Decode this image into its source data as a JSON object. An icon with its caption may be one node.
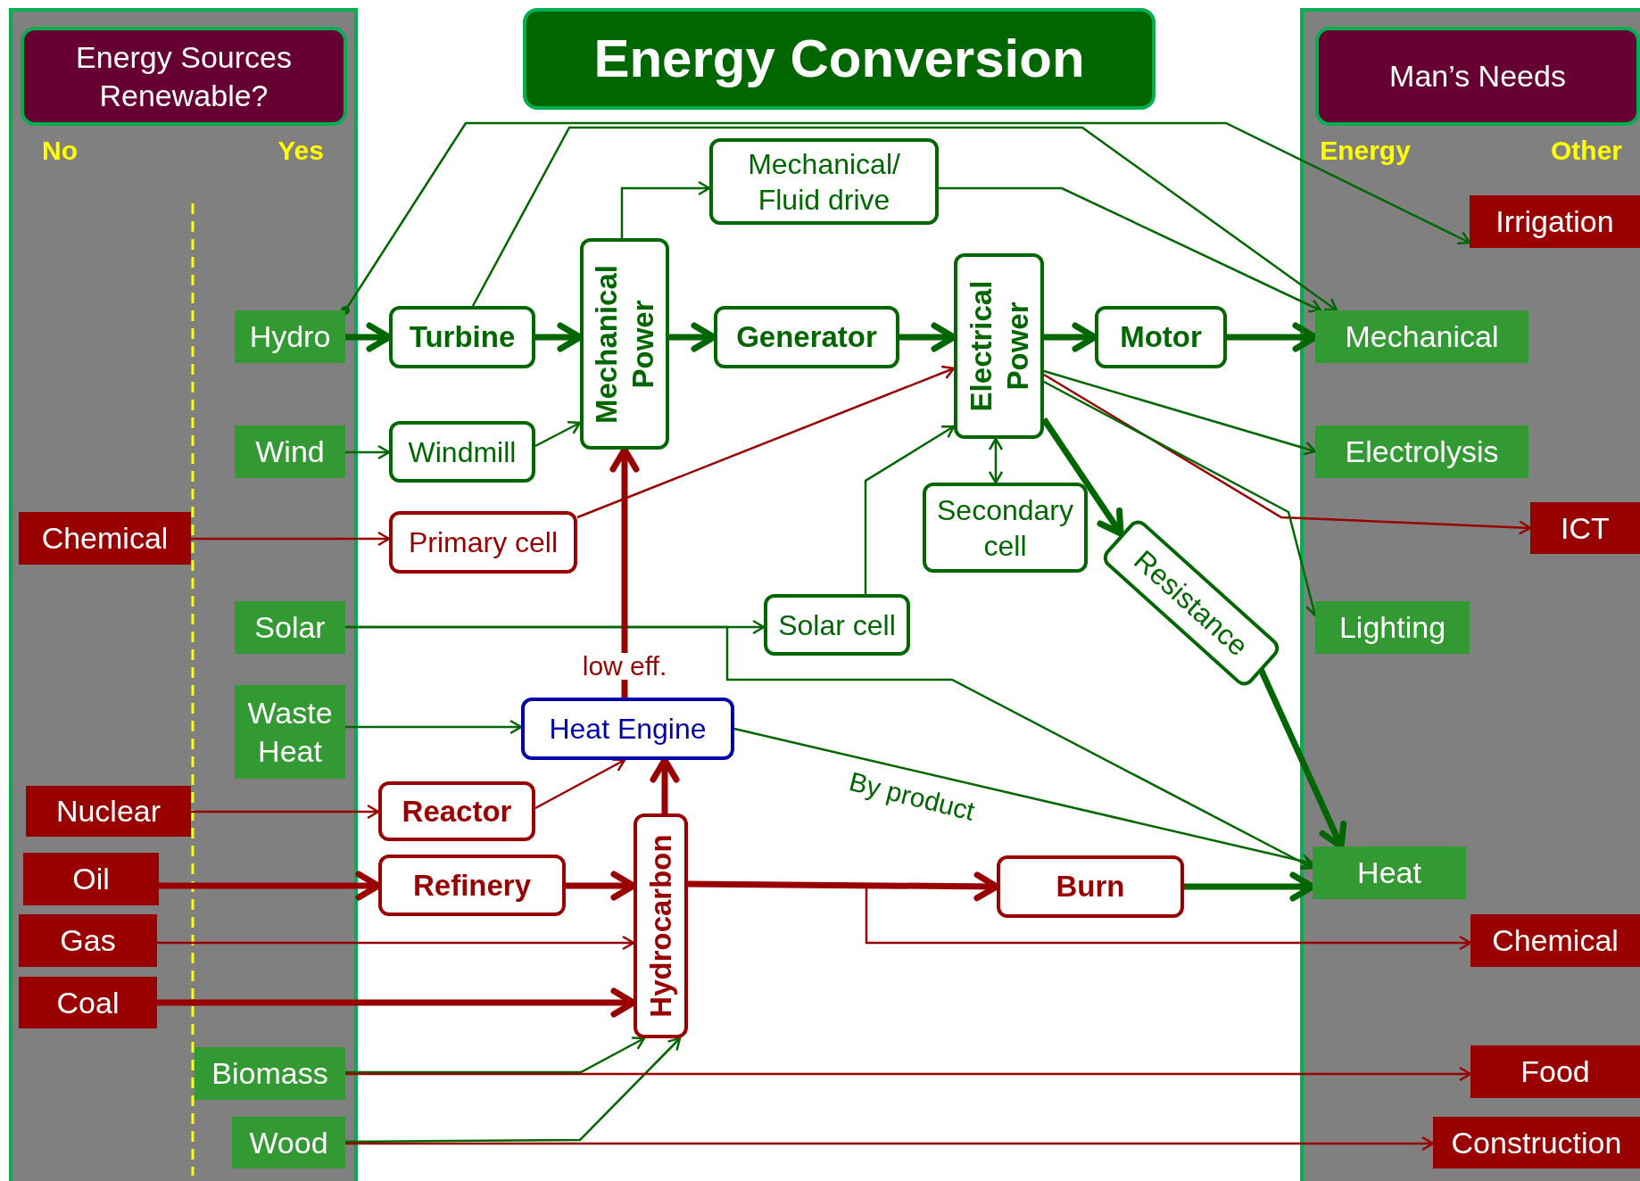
{
  "diagram": {
    "title": "Energy Conversion",
    "nodes": [
      {
        "text": [
          "Energy Sources Renewable?"
        ]
      },
      {
        "text": [
          "Man’s Needs"
        ]
      },
      {
        "text": [
          "Hydro"
        ]
      },
      {
        "text": [
          "Wind"
        ]
      },
      {
        "text": [
          "Chemical"
        ]
      },
      {
        "text": [
          "Solar"
        ]
      },
      {
        "text": [
          "Waste Heat"
        ]
      },
      {
        "text": [
          "Nuclear"
        ]
      },
      {
        "text": [
          "Oil"
        ]
      },
      {
        "text": [
          "Gas"
        ]
      },
      {
        "text": [
          "Coal"
        ]
      },
      {
        "text": [
          "Biomass"
        ]
      },
      {
        "text": [
          "Wood"
        ]
      },
      {
        "text": [
          "Turbine"
        ]
      },
      {
        "text": [
          "Windmill"
        ]
      },
      {
        "text": [
          "Primary cell"
        ]
      },
      {
        "text": [
          "Mechanical Power"
        ]
      },
      {
        "text": [
          "Mechanical/ Fluid drive"
        ]
      },
      {
        "text": [
          "Generator"
        ]
      },
      {
        "text": [
          "Electrical Power"
        ]
      },
      {
        "text": [
          "Motor"
        ]
      },
      {
        "text": [
          "Secondary cell"
        ]
      },
      {
        "text": [
          "Resistance"
        ]
      },
      {
        "text": [
          "Solar cell"
        ]
      },
      {
        "text": [
          "Heat Engine"
        ]
      },
      {
        "text": [
          "Reactor"
        ]
      },
      {
        "text": [
          "Refinery"
        ]
      },
      {
        "text": [
          "Hydrocarbon"
        ]
      },
      {
        "text": [
          "Burn"
        ]
      },
      {
        "text": [
          "Irrigation"
        ]
      },
      {
        "text": [
          "Mechanical"
        ]
      },
      {
        "text": [
          "Electrolysis"
        ]
      },
      {
        "text": [
          "ICT"
        ]
      },
      {
        "text": [
          "Lighting"
        ]
      },
      {
        "text": [
          "Heat"
        ]
      },
      {
        "text": [
          "Chemical"
        ]
      },
      {
        "text": [
          "Food"
        ]
      },
      {
        "text": [
          "Construction"
        ]
      }
    ],
    "edges": [
      {
        "from": 2,
        "to": 13,
        "arrow": "to",
        "style": "thick"
      },
      {
        "from": 13,
        "to": 16,
        "arrow": "to",
        "style": "thick"
      },
      {
        "from": 16,
        "to": 18,
        "arrow": "to",
        "style": "thick"
      },
      {
        "from": 18,
        "to": 19,
        "arrow": "to",
        "style": "thick"
      },
      {
        "from": 19,
        "to": 20,
        "arrow": "to",
        "style": "thick"
      },
      {
        "from": 20,
        "to": 30,
        "arrow": "to",
        "style": "thick"
      },
      {
        "from": 2,
        "to": 29,
        "arrow": "to"
      },
      {
        "from": 13,
        "to": 30,
        "arrow": "to"
      },
      {
        "from": 16,
        "to": 17,
        "arrow": "to"
      },
      {
        "from": 17,
        "to": 30,
        "arrow": "to"
      },
      {
        "from": 3,
        "to": 14,
        "arrow": "to"
      },
      {
        "from": 14,
        "to": 16,
        "arrow": "to"
      },
      {
        "from": 4,
        "to": 15,
        "arrow": "to",
        "color": "#990000"
      },
      {
        "from": 15,
        "to": 19,
        "arrow": "to",
        "color": "#990000"
      },
      {
        "from": 5,
        "to": 23,
        "arrow": "to"
      },
      {
        "from": 5,
        "to": 34,
        "arrow": "to"
      },
      {
        "from": 23,
        "to": 19,
        "arrow": "to"
      },
      {
        "from": 21,
        "to": 19,
        "arrow": "both"
      },
      {
        "from": 19,
        "to": 22,
        "arrow": "to",
        "style": "thick"
      },
      {
        "from": 22,
        "to": 34,
        "arrow": "to",
        "style": "thick"
      },
      {
        "from": 19,
        "to": 31,
        "arrow": "to"
      },
      {
        "from": 19,
        "to": 32,
        "arrow": "to",
        "color": "#990000"
      },
      {
        "from": 19,
        "to": 33,
        "arrow": "to"
      },
      {
        "from": 24,
        "to": 16,
        "arrow": "to",
        "label": "low eff.",
        "style": "thick",
        "color": "#990000"
      },
      {
        "from": 6,
        "to": 24,
        "arrow": "to"
      },
      {
        "from": 24,
        "to": 34,
        "arrow": "to",
        "label": "By product"
      },
      {
        "from": 25,
        "to": 24,
        "arrow": "to",
        "color": "#990000"
      },
      {
        "from": 27,
        "to": 24,
        "arrow": "to",
        "style": "thick",
        "color": "#990000"
      },
      {
        "from": 7,
        "to": 25,
        "arrow": "to",
        "color": "#990000"
      },
      {
        "from": 8,
        "to": 26,
        "arrow": "to",
        "style": "thick",
        "color": "#990000"
      },
      {
        "from": 26,
        "to": 27,
        "arrow": "to",
        "style": "thick",
        "color": "#990000"
      },
      {
        "from": 9,
        "to": 27,
        "arrow": "to",
        "color": "#990000"
      },
      {
        "from": 10,
        "to": 27,
        "arrow": "to",
        "style": "thick",
        "color": "#990000"
      },
      {
        "from": 11,
        "to": 27,
        "arrow": "to"
      },
      {
        "from": 12,
        "to": 27,
        "arrow": "to"
      },
      {
        "from": 11,
        "to": 36,
        "arrow": "to",
        "color": "#990000"
      },
      {
        "from": 12,
        "to": 37,
        "arrow": "to",
        "color": "#990000"
      },
      {
        "from": 27,
        "to": 28,
        "arrow": "to",
        "style": "thick",
        "color": "#990000"
      },
      {
        "from": 27,
        "to": 35,
        "arrow": "to",
        "color": "#990000"
      },
      {
        "from": 28,
        "to": 34,
        "arrow": "to",
        "style": "thick"
      }
    ],
    "labels": [
      "No",
      "Yes",
      "Energy",
      "Other"
    ]
  }
}
